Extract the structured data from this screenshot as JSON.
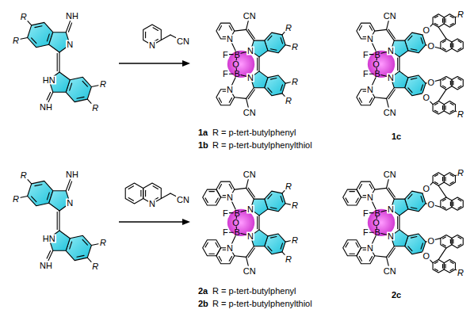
{
  "diagram": {
    "labels": [
      "NH",
      "R",
      "R",
      "N",
      "HN",
      "R",
      "R",
      "NH",
      "N",
      "CN",
      "CN",
      "N",
      "N",
      "F",
      "B",
      "O",
      "B",
      "F",
      "N",
      "N",
      "CN",
      "R",
      "R",
      "R",
      "R",
      "CN",
      "N",
      "N",
      "F",
      "B",
      "O",
      "B",
      "F",
      "N",
      "N",
      "CN",
      "O",
      "O",
      "R",
      "O",
      "O",
      "R",
      "1a",
      "R = p-tert-butylphenyl",
      "1b",
      "R = p-tert-butylphenylthiol",
      "1c",
      "NH",
      "R",
      "R",
      "N",
      "HN",
      "R",
      "R",
      "NH",
      "N",
      "CN",
      "CN",
      "N",
      "N",
      "F",
      "B",
      "O",
      "B",
      "F",
      "N",
      "N",
      "CN",
      "R",
      "R",
      "R",
      "R",
      "CN",
      "N",
      "N",
      "F",
      "B",
      "O",
      "B",
      "F",
      "N",
      "N",
      "CN",
      "O",
      "O",
      "R",
      "O",
      "O",
      "R",
      "2a",
      "R = p-tert-butylphenyl",
      "2b",
      "R = p-tert-butylphenylthiol",
      "2c"
    ]
  }
}
